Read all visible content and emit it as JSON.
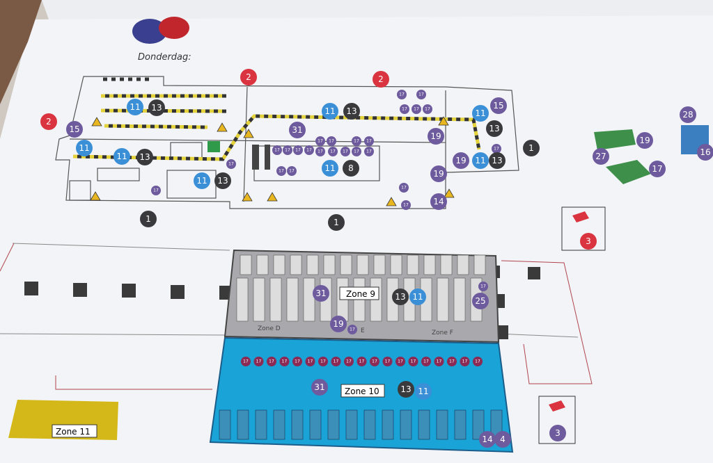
{
  "page_title": "Donderdag:",
  "zones": {
    "zone9": "Zone 9",
    "zone10": "Zone 10",
    "zone11": "Zone 11",
    "zoneD": "Zone D",
    "zoneE": "E",
    "zoneF": "Zone F"
  },
  "colors": {
    "red_marker": "#d9343f",
    "blue_marker": "#3a8fd6",
    "dark_marker": "#3a3a3d",
    "purple_marker": "#6d5b9e",
    "zone9_fill": "#a9a9ad",
    "zone10_fill": "#1aa3d6",
    "zone11_fill": "#d4b81a",
    "hazard_yellow": "#e3d23a"
  },
  "markers": [
    "2",
    "2",
    "2",
    "3",
    "11",
    "11",
    "11",
    "11",
    "11",
    "11",
    "11",
    "11",
    "11",
    "11",
    "13",
    "13",
    "13",
    "13",
    "13",
    "8",
    "1",
    "1",
    "1",
    "13",
    "13",
    "13",
    "15",
    "15",
    "31",
    "19",
    "19",
    "19",
    "19",
    "27",
    "17",
    "28",
    "16",
    "14",
    "31",
    "25",
    "19",
    "31",
    "14",
    "4",
    "3"
  ],
  "marker_types": [
    "red",
    "red",
    "red",
    "red",
    "blue",
    "blue",
    "blue",
    "blue",
    "blue",
    "blue",
    "blue",
    "blue",
    "blue",
    "blue",
    "dark",
    "dark",
    "dark",
    "dark",
    "dark",
    "dark",
    "dark",
    "dark",
    "dark",
    "dark",
    "dark",
    "dark",
    "purple",
    "purple",
    "purple",
    "purple",
    "purple",
    "purple",
    "purple",
    "purple",
    "purple",
    "purple",
    "purple",
    "purple",
    "purple",
    "purple",
    "purple",
    "purple",
    "purple",
    "purple",
    "purple"
  ],
  "small_marker_label": "17"
}
